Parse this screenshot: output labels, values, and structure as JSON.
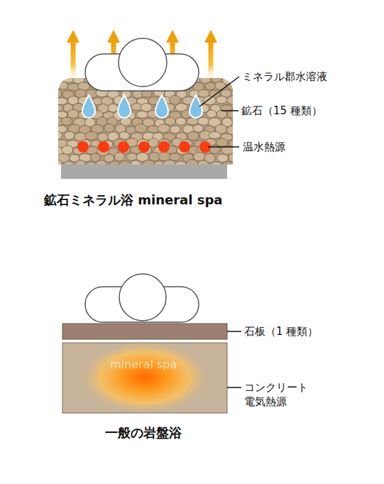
{
  "diagram": {
    "labels": [
      "ミネラル郡水溶液",
      "鉱石（15 種類）",
      "温水熱源",
      "鉱石ミネラル浴 mineral spa",
      "石板（1 種類）",
      "コンクリート 電気熱源",
      "mineral spa",
      "一般の岩盤浴"
    ]
  }
}
